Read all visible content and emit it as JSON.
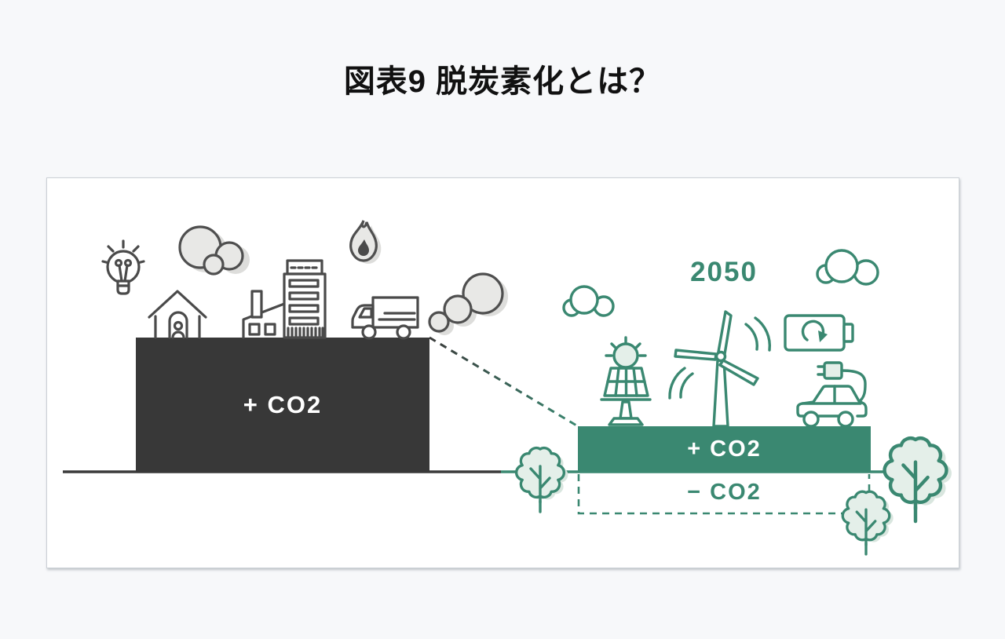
{
  "title": "図表9 脱炭素化とは？",
  "palette": {
    "background": "#f7f8fa",
    "card": "#ffffff",
    "dark_block": "#383838",
    "green_accent": "#3a8871",
    "light_green_fill": "#e4efe9",
    "gray_cloud_fill": "#e8e8e6"
  },
  "present_side": {
    "co2_label": "+ CO2",
    "icons": [
      "lightbulb-icon",
      "cloud-icon",
      "house-icon",
      "factory-icon",
      "office-building-icon",
      "flame-icon",
      "truck-icon",
      "smoke-cloud-icon"
    ]
  },
  "future_side": {
    "year": "2050",
    "co2_emitted_label": "+ CO2",
    "co2_absorbed_label": "− CO2",
    "icons": [
      "cloud-icon",
      "cloud-icon",
      "solar-panel-icon",
      "wind-turbine-icon",
      "rechargeable-battery-icon",
      "electric-car-charging-icon",
      "tree-icon",
      "tree-icon",
      "tree-icon"
    ]
  }
}
